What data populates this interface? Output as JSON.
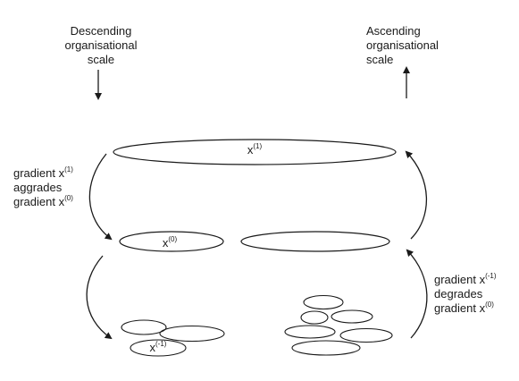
{
  "labels": {
    "descending": [
      "Descending",
      "organisational",
      "scale"
    ],
    "ascending": [
      "Ascending",
      "organisational",
      "scale"
    ],
    "left_gradient": {
      "line1_prefix": "gradient x",
      "line1_sup": "(1)",
      "line2": "aggrades",
      "line3_prefix": "gradient x",
      "line3_sup": "(0)"
    },
    "right_gradient": {
      "line1_prefix": "gradient x",
      "line1_sup": "(-1)",
      "line2": "degrades",
      "line3_prefix": "gradient x",
      "line3_sup": "(0)"
    }
  },
  "ellipse_labels": {
    "top": {
      "base": "x",
      "sup": "(1)"
    },
    "middle_left": {
      "base": "x",
      "sup": "(0)"
    },
    "bottom_left": {
      "base": "x",
      "sup": "(-1)"
    }
  },
  "colors": {
    "stroke": "#1a1a1a",
    "background": "#ffffff"
  }
}
